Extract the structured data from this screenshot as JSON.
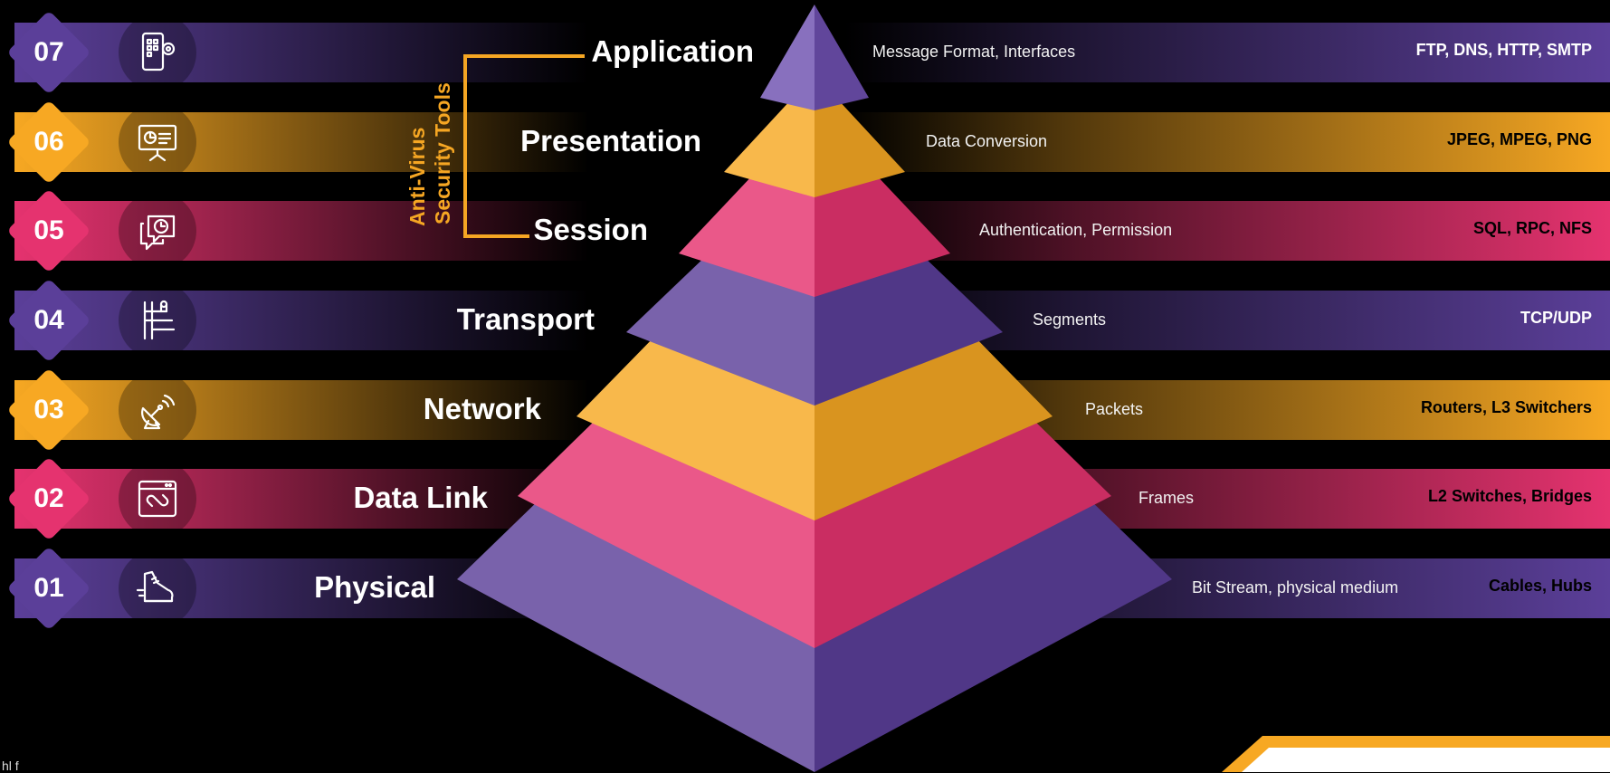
{
  "layers": [
    {
      "num": "07",
      "name": "Application",
      "desc": "Message Format, Interfaces",
      "proto": "FTP, DNS, HTTP, SMTP",
      "icon": "mobile-settings-icon",
      "color": "#5b3f99",
      "proto_color": "#ffffff"
    },
    {
      "num": "06",
      "name": "Presentation",
      "desc": "Data Conversion",
      "proto": "JPEG, MPEG, PNG",
      "icon": "presentation-board-icon",
      "color": "#f7a823",
      "proto_color": "#000000"
    },
    {
      "num": "05",
      "name": "Session",
      "desc": "Authentication, Permission",
      "proto": "SQL, RPC, NFS",
      "icon": "chat-clock-icon",
      "color": "#e5336f",
      "proto_color": "#000000"
    },
    {
      "num": "04",
      "name": "Transport",
      "desc": "Segments",
      "proto": "TCP/UDP",
      "icon": "transport-routes-icon",
      "color": "#5b3f99",
      "proto_color": "#ffffff"
    },
    {
      "num": "03",
      "name": "Network",
      "desc": "Packets",
      "proto": "Routers, L3 Switchers",
      "icon": "satellite-dish-icon",
      "color": "#f7a823",
      "proto_color": "#000000"
    },
    {
      "num": "02",
      "name": "Data Link",
      "desc": "Frames",
      "proto": "L2 Switches, Bridges",
      "icon": "browser-link-icon",
      "color": "#e5336f",
      "proto_color": "#000000"
    },
    {
      "num": "01",
      "name": "Physical",
      "desc": "Bit Stream, physical medium",
      "proto": "Cables, Hubs",
      "icon": "running-shoe-icon",
      "color": "#5b3f99",
      "proto_color": "#000000"
    }
  ],
  "bracket": {
    "line1": "Anti-Virus",
    "line2": "Security Tools",
    "color": "#f5a623"
  },
  "corner_text": "hl f"
}
